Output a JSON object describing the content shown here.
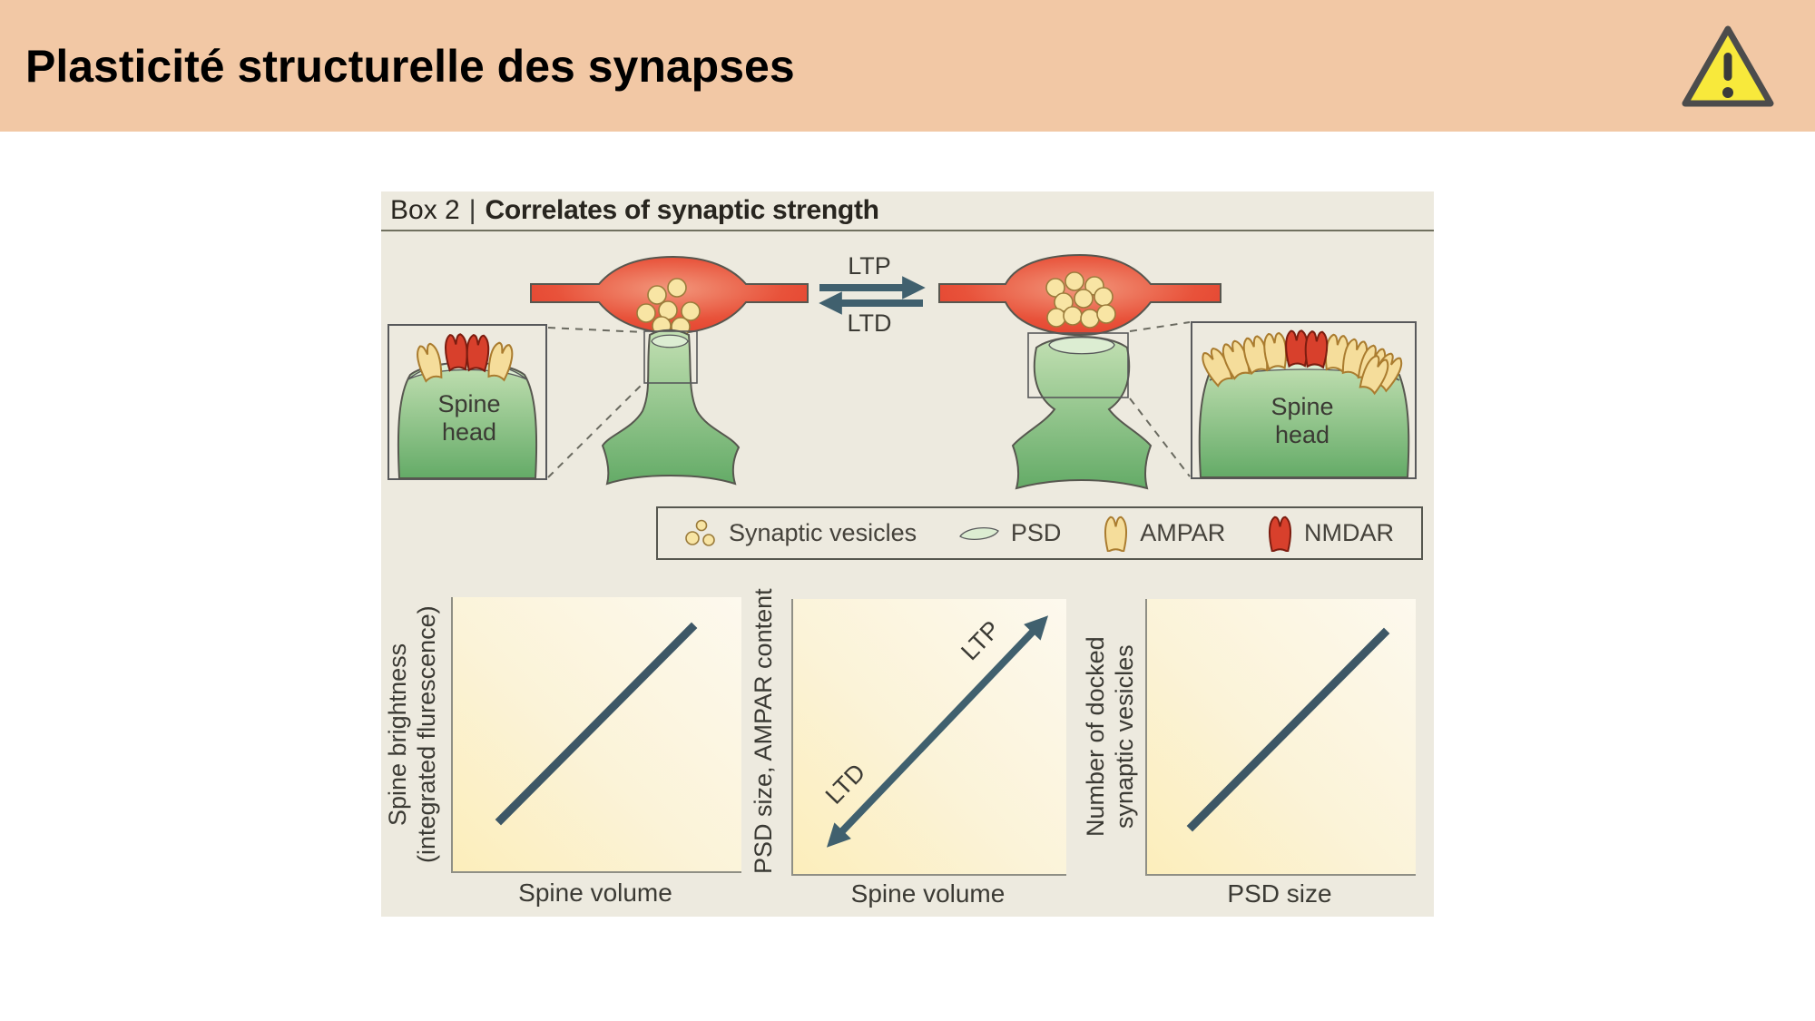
{
  "header": {
    "title": "Plasticité structurelle des synapses",
    "bg_color": "#f2c8a5",
    "warning_icon": "warning-triangle"
  },
  "figure": {
    "box_label": "Box 2",
    "separator": "|",
    "box_title": "Correlates of synaptic strength",
    "bg_color": "#edeadf",
    "diagram": {
      "ltp_label": "LTP",
      "ltd_label": "LTD",
      "spine_head": {
        "line1": "Spine",
        "line2": "head"
      },
      "left_synapse": "small spine, few receptors (2 AMPAR, 2 NMDAR)",
      "right_synapse": "large spine, many receptors (9 AMPAR, 2 NMDAR)"
    },
    "legend": {
      "items": [
        {
          "icon": "synaptic-vesicles-icon",
          "label": "Synaptic vesicles"
        },
        {
          "icon": "psd-icon",
          "label": "PSD"
        },
        {
          "icon": "ampar-icon",
          "label": "AMPAR"
        },
        {
          "icon": "nmdar-icon",
          "label": "NMDAR"
        }
      ]
    },
    "charts": [
      {
        "ylabel_line1": "Spine brightness",
        "ylabel_line2": "(integrated flurescence)",
        "xlabel": "Spine volume"
      },
      {
        "ylabel": "PSD size, AMPAR content",
        "xlabel": "Spine volume",
        "ltp_label": "LTP",
        "ltd_label": "LTD"
      },
      {
        "ylabel_line1": "Number of docked",
        "ylabel_line2": "synaptic vesicles",
        "xlabel": "PSD size"
      }
    ]
  },
  "colors": {
    "header_bg": "#f2c8a5",
    "figure_bg": "#edeadf",
    "axon_red": "#e23a28",
    "spine_green": "#6caf6e",
    "psd_green": "#dcedd2",
    "ampar_yellow": "#f5dd9b",
    "nmdar_red": "#d8402c",
    "vesicle_yellow": "#f8e5a4",
    "arrow_slate": "#40606e",
    "plot_gradient_yellow": "#fceebb",
    "warning_yellow": "#f8e93b"
  },
  "chart_data": [
    {
      "type": "line",
      "title": "",
      "xlabel": "Spine volume",
      "ylabel": "Spine brightness (integrated flurescence)",
      "qualitative": true,
      "relationship": "positive linear correlation",
      "x_range": [
        0,
        1
      ],
      "y_range": [
        0,
        1
      ],
      "grid": false,
      "series": [
        {
          "name": "correlation line",
          "x": [
            0.17,
            0.83
          ],
          "y": [
            0.19,
            0.89
          ]
        }
      ]
    },
    {
      "type": "line",
      "title": "",
      "xlabel": "Spine volume",
      "ylabel": "PSD size, AMPAR content",
      "qualitative": true,
      "relationship": "positive linear correlation shown as double-headed arrow",
      "x_range": [
        0,
        1
      ],
      "y_range": [
        0,
        1
      ],
      "grid": false,
      "series": [
        {
          "name": "LTP-LTD axis",
          "x": [
            0.17,
            0.88
          ],
          "y": [
            0.14,
            0.89
          ]
        }
      ],
      "annotations": [
        {
          "text": "LTP",
          "position": "upper-right end of arrow"
        },
        {
          "text": "LTD",
          "position": "lower-left end of arrow"
        }
      ]
    },
    {
      "type": "line",
      "title": "",
      "xlabel": "PSD size",
      "ylabel": "Number of docked synaptic vesicles",
      "qualitative": true,
      "relationship": "positive linear correlation",
      "x_range": [
        0,
        1
      ],
      "y_range": [
        0,
        1
      ],
      "grid": false,
      "series": [
        {
          "name": "correlation line",
          "x": [
            0.17,
            0.88
          ],
          "y": [
            0.17,
            0.87
          ]
        }
      ]
    }
  ]
}
